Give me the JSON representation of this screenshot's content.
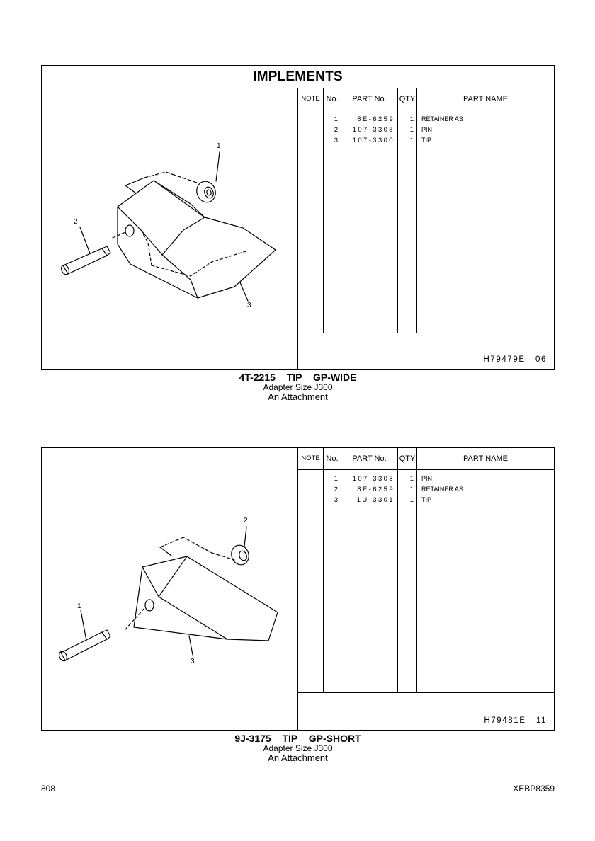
{
  "header": {
    "title": "IMPLEMENTS"
  },
  "table_headers": {
    "note": "NOTE",
    "no": "No.",
    "part_no": "PART No.",
    "qty": "QTY",
    "part_name": "PART NAME"
  },
  "groups": [
    {
      "rows": [
        {
          "no": "1",
          "part_no": "8E-6259",
          "qty": "1",
          "name": "RETAINER AS"
        },
        {
          "no": "2",
          "part_no": "107-3308",
          "qty": "1",
          "name": "PIN"
        },
        {
          "no": "3",
          "part_no": "107-3300",
          "qty": "1",
          "name": "TIP"
        }
      ],
      "illustration_ref": "H79479E   06",
      "callouts": [
        "1",
        "2",
        "3"
      ],
      "caption": {
        "main": "4T-2215  TIP  GP-WIDE",
        "size": "Adapter Size J300",
        "note": "An Attachment"
      }
    },
    {
      "rows": [
        {
          "no": "1",
          "part_no": "107-3308",
          "qty": "1",
          "name": "PIN"
        },
        {
          "no": "2",
          "part_no": "8E-6259",
          "qty": "1",
          "name": "RETAINER AS"
        },
        {
          "no": "3",
          "part_no": "1U-3301",
          "qty": "1",
          "name": "TIP"
        }
      ],
      "illustration_ref": "H79481E   11",
      "callouts": [
        "1",
        "2",
        "3"
      ],
      "caption": {
        "main": "9J-3175  TIP  GP-SHORT",
        "size": "Adapter Size J300",
        "note": "An Attachment"
      }
    }
  ],
  "page_number": "808",
  "document_code": "XEBP8359"
}
